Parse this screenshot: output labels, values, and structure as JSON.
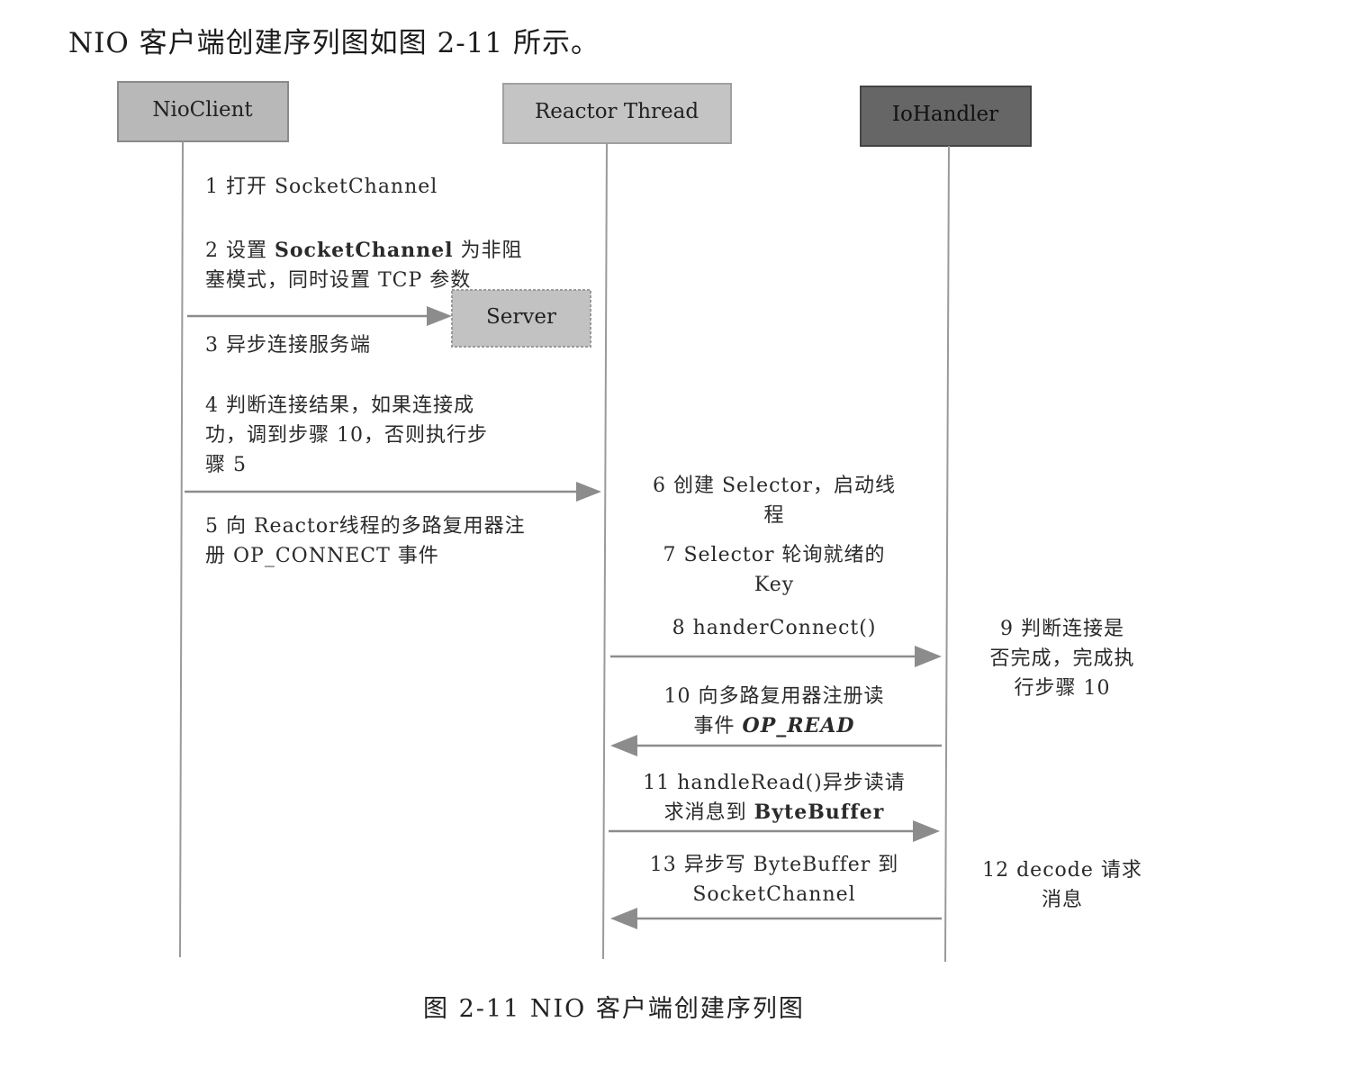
{
  "intro": "NIO 客户端创建序列图如图 2-11 所示。",
  "participants": {
    "nioclient": "NioClient",
    "reactor": "Reactor Thread",
    "iohandler": "IoHandler",
    "server": "Server"
  },
  "steps": {
    "s1": "1  打开  SocketChannel",
    "s2_a": "2  设置 ",
    "s2_b": "SocketChannel",
    "s2_c": " 为非阻\n塞模式，同时设置 TCP 参数",
    "s3": "3  异步连接服务端",
    "s4": "4  判断连接结果，如果连接成\n功，调到步骤  10，否则执行步\n骤 5",
    "s5": "5  向 Reactor线程的多路复用器注\n册 OP_CONNECT 事件",
    "s6": "6  创建 Selector，启动线\n程",
    "s7": "7 Selector 轮询就绪的\nKey",
    "s8": "8 handerConnect()",
    "s9": "9  判断连接是\n否完成，完成执\n行步骤 10",
    "s10_a": "10  向多路复用器注册读\n事件 ",
    "s10_b": "OP_READ",
    "s11_a": "11 handleRead()异步读请\n求消息到 ",
    "s11_b": "ByteBuffer",
    "s12": "12 decode  请求\n消息",
    "s13": "13  异步写  ByteBuffer 到\nSocketChannel"
  },
  "caption": "图 2-11    NIO 客户端创建序列图",
  "colors": {
    "nioclient_box": "#b8b8b8",
    "reactor_box": "#c4c4c4",
    "iohandler_box": "#666666",
    "server_box": "#c2c2c2",
    "line": "#9a9a9a",
    "arrow": "#8c8c8c"
  }
}
